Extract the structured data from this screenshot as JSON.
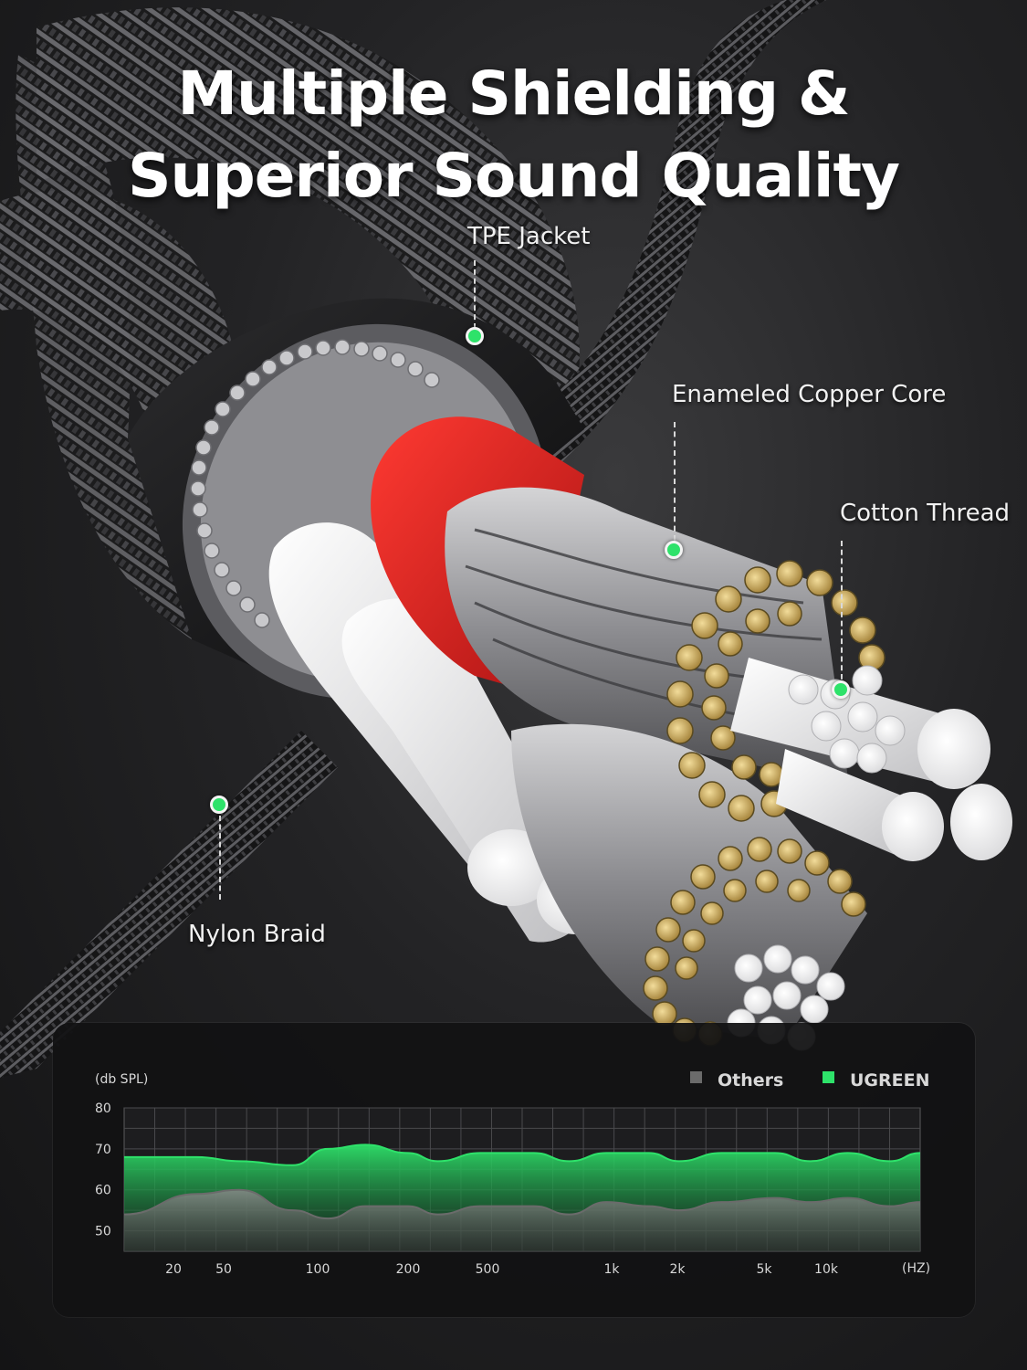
{
  "headline": {
    "line1": "Multiple Shielding &",
    "line2": "Superior Sound Quality"
  },
  "callouts": {
    "tpe_jacket": "TPE Jacket",
    "copper_core": "Enameled Copper Core",
    "cotton_thread": "Cotton Thread",
    "nylon_braid": "Nylon Braid"
  },
  "colors": {
    "accent_green": "#2ee26a",
    "others_gray": "#6b6b6b",
    "jacket_red": "#e0211f"
  },
  "chart_data": {
    "type": "area",
    "ylabel": "(db SPL)",
    "xunit": "(HZ)",
    "ylim": [
      45,
      80
    ],
    "yticks": [
      80,
      70,
      60,
      50
    ],
    "x_ticks": [
      "20",
      "50",
      "100",
      "200",
      "500",
      "1k",
      "2k",
      "5k",
      "10k"
    ],
    "legend_position": "top-right",
    "grid": true,
    "series": [
      {
        "name": "Others",
        "color": "#6b6b6b",
        "x": [
          10,
          20,
          30,
          50,
          70,
          100,
          150,
          200,
          300,
          500,
          700,
          1000,
          1500,
          2000,
          3000,
          5000,
          7000,
          10000,
          15000,
          20000
        ],
        "values": [
          54,
          59,
          60,
          55,
          53,
          56,
          56,
          54,
          56,
          56,
          54,
          57,
          56,
          55,
          57,
          58,
          57,
          58,
          56,
          57
        ]
      },
      {
        "name": "UGREEN",
        "color": "#2ee26a",
        "x": [
          10,
          20,
          30,
          50,
          70,
          100,
          150,
          200,
          300,
          500,
          700,
          1000,
          1500,
          2000,
          3000,
          5000,
          7000,
          10000,
          15000,
          20000
        ],
        "values": [
          68,
          68,
          67,
          66,
          70,
          71,
          69,
          67,
          69,
          69,
          67,
          69,
          69,
          67,
          69,
          69,
          67,
          69,
          67,
          69
        ]
      }
    ]
  }
}
